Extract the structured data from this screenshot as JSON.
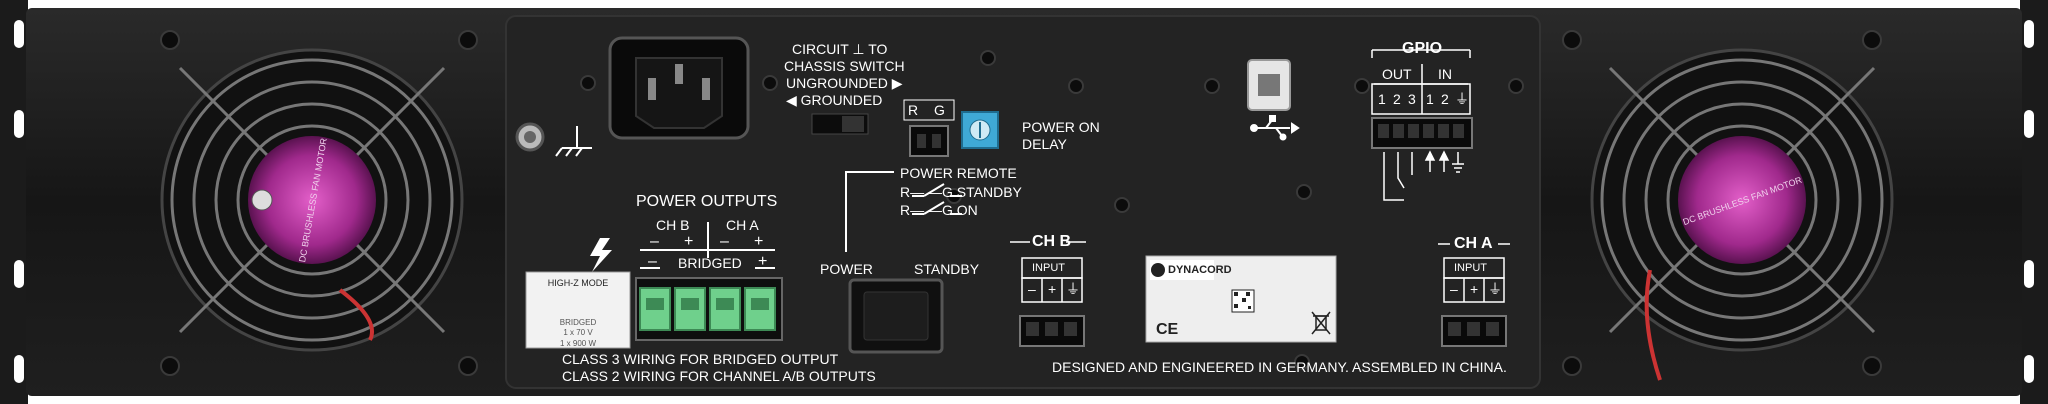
{
  "panel": {
    "circuit_switch_line1": "CIRCUIT ⊥ TO",
    "circuit_switch_line2": "CHASSIS SWITCH",
    "ungrounded": "UNGROUNDED ▶",
    "grounded": "◀ GROUNDED",
    "power_on_delay_line1": "POWER ON",
    "power_on_delay_line2": "DELAY",
    "rg_label": "R G",
    "power_remote": "POWER REMOTE",
    "standby_row": "R— —G  STANDBY",
    "on_row": "R— —G  ON",
    "power_label": "POWER",
    "standby_label": "STANDBY",
    "power_outputs": "POWER OUTPUTS",
    "ch_b": "CH B",
    "ch_a": "CH A",
    "bridged": "BRIDGED",
    "minus": "–",
    "plus": "+",
    "class3": "CLASS 3 WIRING FOR BRIDGED OUTPUT",
    "class2": "CLASS 2 WIRING FOR CHANNEL A/B OUTPUTS",
    "high_z_title": "HIGH-Z MODE",
    "high_z_body": "BRIDGED\n1 x 70 V\n1 x 900 W",
    "gpio": "GPIO",
    "gpio_out": "OUT",
    "gpio_in": "IN",
    "gpio_pins": [
      "1",
      "2",
      "3",
      "1",
      "2",
      "⏚"
    ],
    "usb_symbol": "⭍",
    "ch_b_input_header": "CH B",
    "ch_a_input_header": "CH A",
    "input": "INPUT",
    "input_pins": [
      "–",
      "+",
      "⏚"
    ],
    "designed": "DESIGNED AND ENGINEERED IN GERMANY. ASSEMBLED IN CHINA.",
    "brand": "DYNACORD",
    "ce": "CE",
    "fan_brand": "DC BRUSHLESS FAN MOTOR"
  },
  "colors": {
    "chassis": "#1a1a1a",
    "faceplate": "#232323",
    "green_terminal": "#6fd08c",
    "fan_purple": "#a0298c",
    "dip_blue": "#3fa9d6"
  },
  "icons": [
    "ground-icon",
    "usb-icon",
    "lightning-icon",
    "weee-bin-icon",
    "ce-mark-icon"
  ]
}
